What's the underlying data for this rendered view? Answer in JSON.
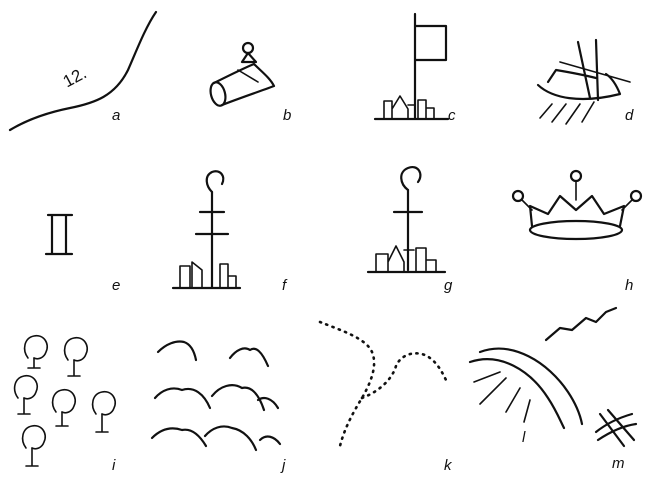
{
  "road_number": "12.",
  "symbols": [
    {
      "letter": "a",
      "depicts": "road"
    },
    {
      "letter": "b",
      "depicts": "horn"
    },
    {
      "letter": "c",
      "depicts": "town with flag"
    },
    {
      "letter": "d",
      "depicts": "ship"
    },
    {
      "letter": "e",
      "depicts": "gate"
    },
    {
      "letter": "f",
      "depicts": "bishopric town"
    },
    {
      "letter": "g",
      "depicts": "archbishopric town"
    },
    {
      "letter": "h",
      "depicts": "crown"
    },
    {
      "letter": "i",
      "depicts": "trees"
    },
    {
      "letter": "j",
      "depicts": "mountains"
    },
    {
      "letter": "k",
      "depicts": "dotted boundary"
    },
    {
      "letter": "l",
      "depicts": "river and coast"
    },
    {
      "letter": "m",
      "depicts": "crossing lines"
    }
  ]
}
